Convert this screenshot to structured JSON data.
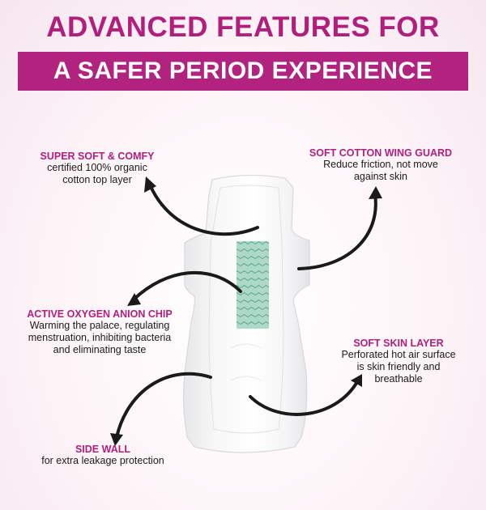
{
  "header": {
    "headline": "ADVANCED FEATURES FOR",
    "subheadline": "A SAFER PERIOD EXPERIENCE"
  },
  "features": [
    {
      "title": "SUPER SOFT & COMFY",
      "desc1": "certified 100% organic",
      "desc2": "cotton top layer",
      "desc3": ""
    },
    {
      "title": "SOFT COTTON WING GUARD",
      "desc1": "Reduce friction, not move",
      "desc2": "against skin",
      "desc3": ""
    },
    {
      "title": "ACTIVE OXYGEN ANION CHIP",
      "desc1": "Warming the palace, regulating",
      "desc2": "menstruation, inhibiting bacteria",
      "desc3": "and eliminating taste"
    },
    {
      "title": "SOFT SKIN LAYER",
      "desc1": "Perforated hot air surface",
      "desc2": "is skin friendly and",
      "desc3": "breathable"
    },
    {
      "title": "SIDE WALL",
      "desc1": "for extra leakage protection",
      "desc2": "",
      "desc3": ""
    }
  ],
  "colors": {
    "brand_magenta": "#b11f7c",
    "band": "#b2227f",
    "chip_green": "#9ed4bd",
    "arrow": "#1a1a1a"
  }
}
